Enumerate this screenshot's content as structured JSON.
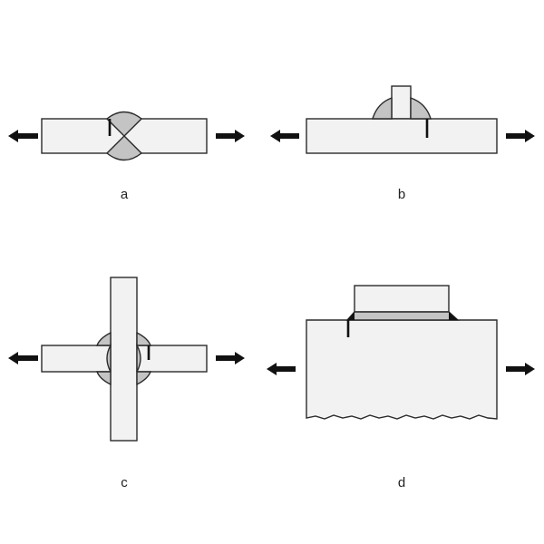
{
  "panels": [
    {
      "id": "a",
      "label": "a"
    },
    {
      "id": "b",
      "label": "b"
    },
    {
      "id": "c",
      "label": "c"
    },
    {
      "id": "d",
      "label": "d"
    }
  ],
  "colors": {
    "plate_fill": "#f2f2f2",
    "weld_fill": "#c4c4c4",
    "outline": "#2a2a2a",
    "crack": "#111111",
    "arrow": "#111111"
  }
}
